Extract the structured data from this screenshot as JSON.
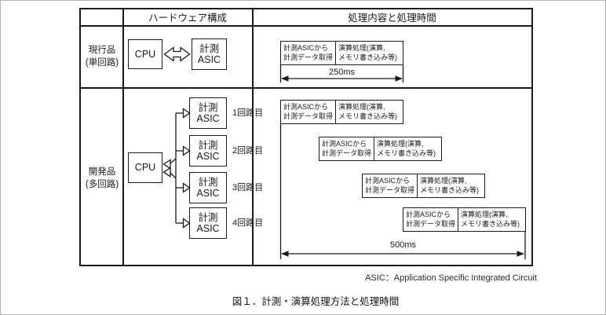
{
  "colors": {
    "line": "#1a1a1a",
    "background": "#ffffff"
  },
  "table": {
    "header": {
      "col_hardware": "ハードウェア構成",
      "col_processing": "処理内容と処理時間"
    },
    "rows": [
      {
        "label_line1": "現行品",
        "label_line2": "(単回路)"
      },
      {
        "label_line1": "開発品",
        "label_line2": "(多回路)"
      }
    ]
  },
  "hardware": {
    "cpu": "CPU",
    "asic_line1": "計測",
    "asic_line2": "ASIC",
    "circuits": [
      "1回路目",
      "2回路目",
      "3回路目",
      "4回路目"
    ]
  },
  "process_box": {
    "acquire_line1": "計測ASICから",
    "acquire_line2": "計測データ取得",
    "compute_line1": "演算処理(演算,",
    "compute_line2": "メモリ書き込み等)"
  },
  "timings": {
    "current": "250ms",
    "developed": "500ms"
  },
  "footnote": "ASIC：Application Specific Integrated Circuit",
  "caption": "図１．計測・演算処理方法と処理時間"
}
